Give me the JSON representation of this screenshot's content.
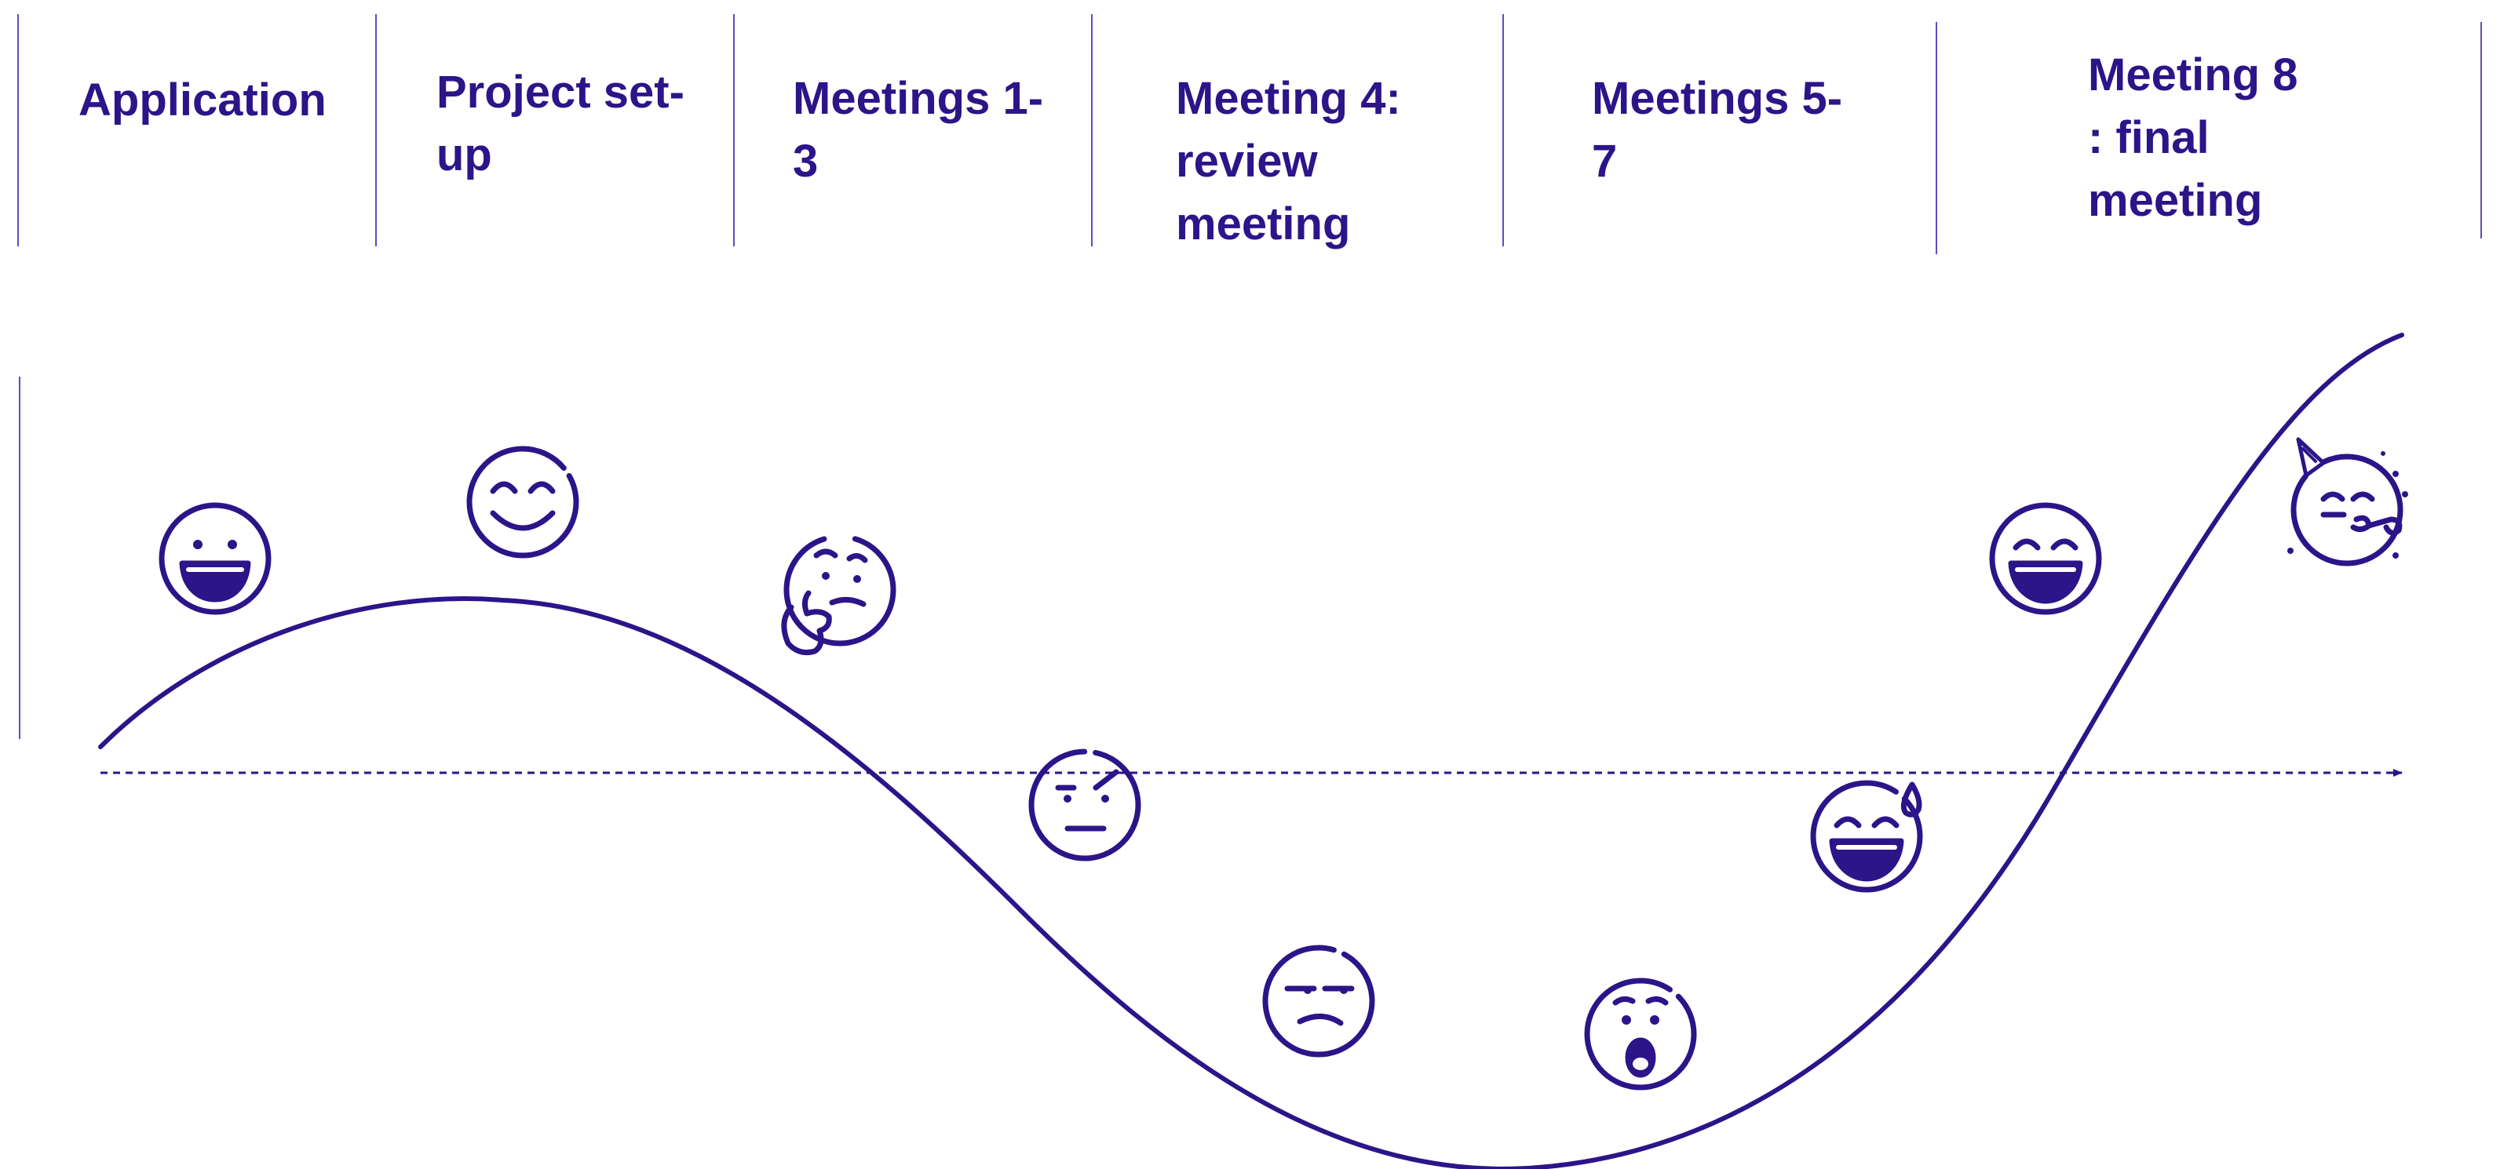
{
  "stages": [
    {
      "label": "Application"
    },
    {
      "label": "Project set-up"
    },
    {
      "label": "Meetings 1-3"
    },
    {
      "label": "Meeting 4: review meeting"
    },
    {
      "label": "Meetings 5-7"
    },
    {
      "label": "Meeting 8 : final meeting"
    }
  ],
  "emotions": [
    {
      "icon": "grinning-face-icon"
    },
    {
      "icon": "smiling-face-icon"
    },
    {
      "icon": "thinking-face-icon"
    },
    {
      "icon": "raised-eyebrow-face-icon"
    },
    {
      "icon": "unamused-face-icon"
    },
    {
      "icon": "surprised-face-icon"
    },
    {
      "icon": "sweat-smile-face-icon"
    },
    {
      "icon": "grinning-squint-face-icon"
    },
    {
      "icon": "partying-face-icon"
    }
  ],
  "colors": {
    "ink": "#2c1489",
    "divider": "#5a4fc4"
  }
}
